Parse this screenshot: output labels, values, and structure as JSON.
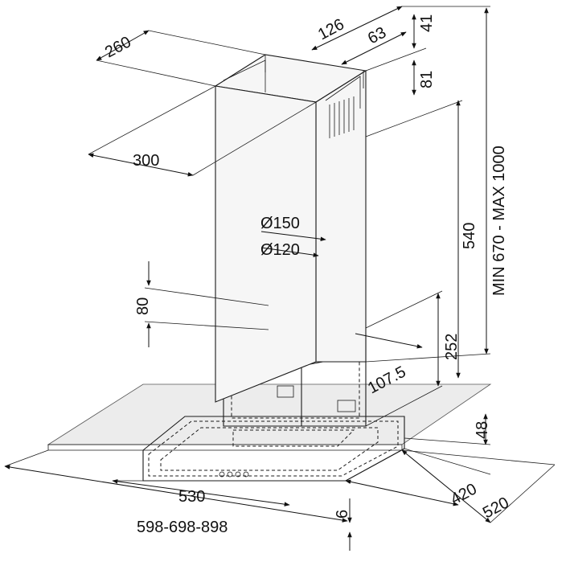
{
  "dimensions": {
    "chimney_depth": "260",
    "chimney_width": "300",
    "outlet_offset": "126",
    "outlet_half": "63",
    "top_gap": "41",
    "bracket": "81",
    "duct_150": "Ø150",
    "duct_120": "Ø120",
    "lower_chimney": "540",
    "total_height": "MIN 670 - MAX 1000",
    "collar_height": "80",
    "motor_height": "252",
    "motor_offset": "107.5",
    "canopy_height": "48",
    "base_width": "530",
    "overall_width": "598-698-898",
    "glass_thickness": "6",
    "base_depth": "420",
    "overall_depth": "520"
  }
}
